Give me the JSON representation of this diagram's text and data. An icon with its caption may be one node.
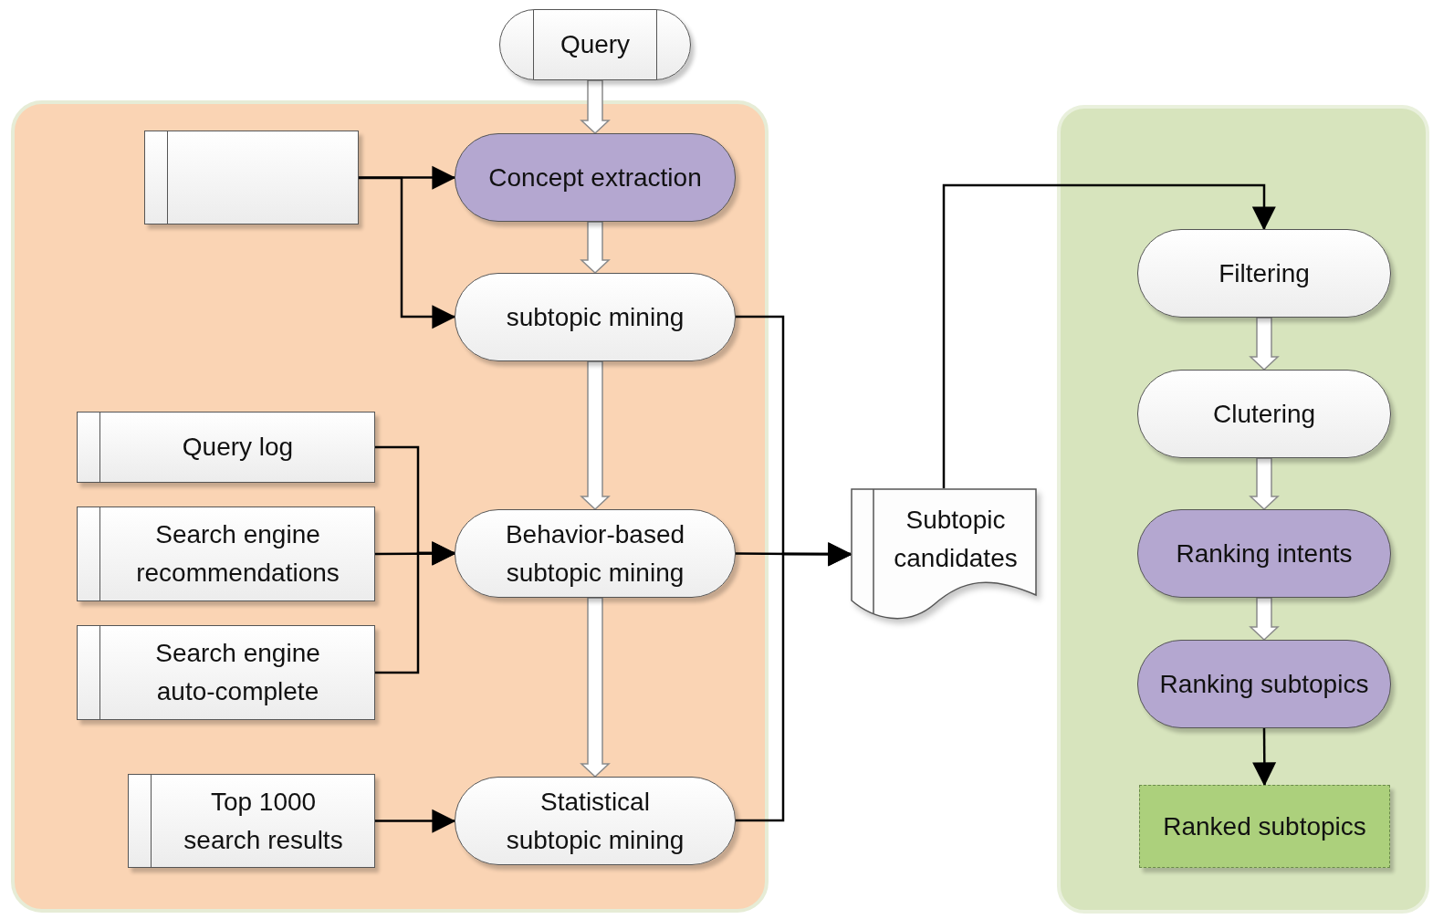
{
  "diagram": {
    "nodes": [
      {
        "text": [
          "Query"
        ]
      },
      {
        "text": [],
        "shape": "box"
      },
      {
        "text": [],
        "shape": "box",
        "in": 1
      },
      {
        "text": [
          "Concept extraction"
        ],
        "in": 1
      },
      {
        "text": [
          "subtopic mining"
        ],
        "in": 1
      },
      {
        "text": [
          "Query log"
        ],
        "in": 1
      },
      {
        "text": [
          "Search engine recommendations"
        ],
        "in": 1
      },
      {
        "text": [
          "Search engine auto-complete"
        ],
        "in": 1
      },
      {
        "text": [
          "Behavior-based subtopic mining"
        ],
        "in": 1
      },
      {
        "text": [
          "Top 1000 search results"
        ],
        "in": 1
      },
      {
        "text": [
          "Statistical subtopic mining"
        ],
        "in": 1
      },
      {
        "text": [
          "Subtopic candidates"
        ]
      },
      {
        "text": [],
        "shape": "box"
      },
      {
        "text": [
          "Filtering"
        ],
        "in": 12
      },
      {
        "text": [
          "Clutering"
        ],
        "in": 12
      },
      {
        "text": [
          "Ranking intents"
        ],
        "in": 12
      },
      {
        "text": [
          "Ranking subtopics"
        ],
        "in": 12
      },
      {
        "text": [
          "Ranked subtopics"
        ],
        "in": 12
      }
    ],
    "edges": [
      {
        "from": 0,
        "to": 3,
        "arrow": "to",
        "style": "thick"
      },
      {
        "from": 2,
        "to": 3,
        "arrow": "to"
      },
      {
        "from": 2,
        "to": 4,
        "arrow": "to"
      },
      {
        "from": 3,
        "to": 4,
        "arrow": "to",
        "style": "thick"
      },
      {
        "from": 4,
        "to": 8,
        "arrow": "to",
        "style": "thick"
      },
      {
        "from": 5,
        "to": 8,
        "arrow": "to"
      },
      {
        "from": 6,
        "to": 8,
        "arrow": "to"
      },
      {
        "from": 7,
        "to": 8,
        "arrow": "to"
      },
      {
        "from": 8,
        "to": 10,
        "arrow": "to",
        "style": "thick"
      },
      {
        "from": 9,
        "to": 10,
        "arrow": "to"
      },
      {
        "from": 4,
        "to": 11,
        "arrow": "to"
      },
      {
        "from": 8,
        "to": 11,
        "arrow": "to"
      },
      {
        "from": 10,
        "to": 11,
        "arrow": "to"
      },
      {
        "from": 11,
        "to": 13,
        "arrow": "to"
      },
      {
        "from": 13,
        "to": 14,
        "arrow": "to",
        "style": "thick"
      },
      {
        "from": 14,
        "to": 15,
        "arrow": "to",
        "style": "thick"
      },
      {
        "from": 15,
        "to": 16,
        "arrow": "to",
        "style": "thick"
      },
      {
        "from": 16,
        "to": 17,
        "arrow": "to"
      }
    ]
  }
}
